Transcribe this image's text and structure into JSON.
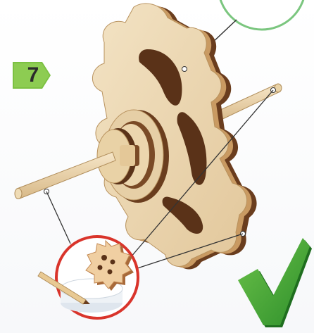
{
  "step": {
    "number": "7"
  },
  "colors": {
    "badge_green": "#7cc142",
    "wood_light": "#edd9b6",
    "wood_dark": "#6a3d1e",
    "callout_red": "#d9342b",
    "check_green": "#3fa535",
    "callout_circle_outline": "#7bc67f"
  },
  "icons": {
    "step_badge": "pentagon-arrow-badge",
    "approved": "check-mark-icon",
    "detail": "magnified-gear-callout"
  }
}
